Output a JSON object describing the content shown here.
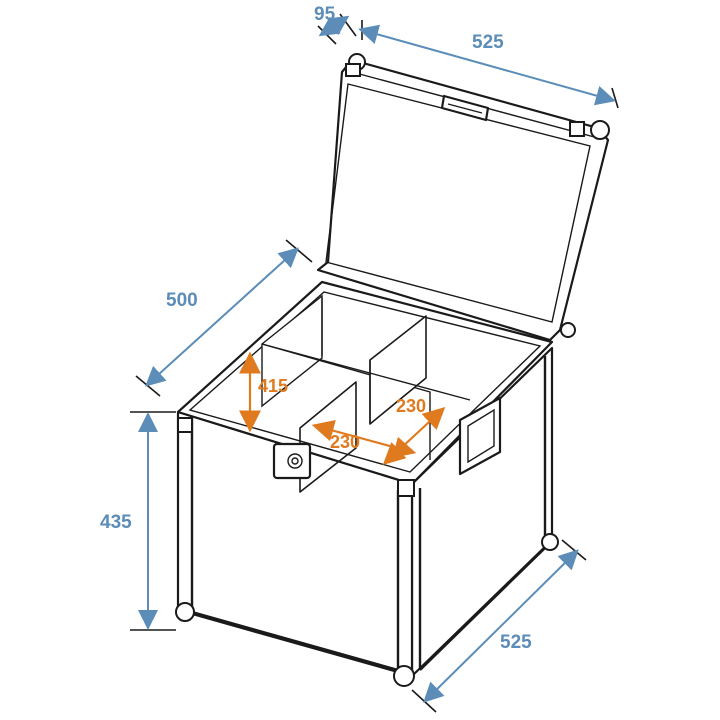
{
  "dimensions": {
    "lid_depth": "95",
    "lid_width": "525",
    "depth": "500",
    "height": "435",
    "width": "525",
    "inner_height": "415",
    "compartment_depth": "230",
    "compartment_width": "230"
  },
  "colors": {
    "dimension_blue": "#5b8db8",
    "dimension_orange": "#e07a1f",
    "line": "#1a1a1a"
  }
}
